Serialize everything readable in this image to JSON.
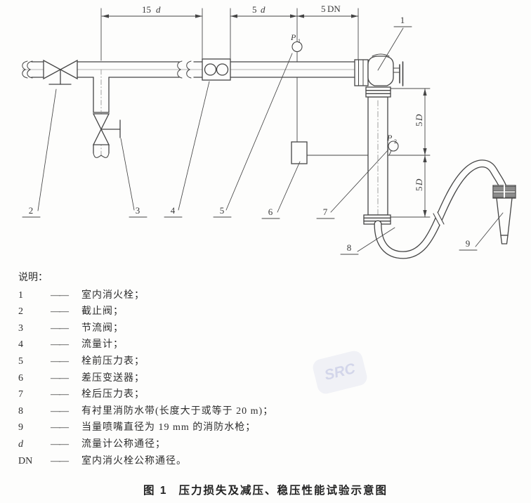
{
  "figure": {
    "caption_prefix": "图 1",
    "caption_title": "压力损失及减压、稳压性能试验示意图"
  },
  "legend": {
    "header": "说明：",
    "dash": "——",
    "items": [
      {
        "sym": "1",
        "text": "室内消火栓；"
      },
      {
        "sym": "2",
        "text": "截止阀；"
      },
      {
        "sym": "3",
        "text": "节流阀；"
      },
      {
        "sym": "4",
        "text": "流量计；"
      },
      {
        "sym": "5",
        "text": "栓前压力表；"
      },
      {
        "sym": "6",
        "text": "差压变送器；"
      },
      {
        "sym": "7",
        "text": "栓后压力表；"
      },
      {
        "sym": "8",
        "text": "有衬里消防水带(长度大于或等于 20 m)；"
      },
      {
        "sym": "9",
        "text": "当量喷嘴直径为 19 mm 的消防水枪；"
      },
      {
        "sym": "d",
        "text": "流量计公称通径；"
      },
      {
        "sym": "DN",
        "text": "室内消火栓公称通径。"
      }
    ]
  },
  "diagram": {
    "dims": {
      "d15": {
        "value": "15",
        "unit": "d"
      },
      "d5": {
        "value": "5",
        "unit": "d"
      },
      "d5dn": {
        "value": "5",
        "unit": "DN"
      },
      "v5d_upper": {
        "value": "5",
        "unit": "D"
      },
      "v5d_lower": {
        "value": "5",
        "unit": "D"
      }
    },
    "gauges": {
      "p1": {
        "symbol": "P",
        "sub": "1"
      },
      "p2": {
        "symbol": "P",
        "sub": "2"
      }
    },
    "callouts": {
      "c1": "1",
      "c2": "2",
      "c3": "3",
      "c4": "4",
      "c5": "5",
      "c6": "6",
      "c7": "7",
      "c8": "8",
      "c9": "9"
    }
  },
  "watermark": {
    "text": "SRC"
  },
  "colors": {
    "line": "#454545",
    "paper": "#fdfdfc"
  }
}
